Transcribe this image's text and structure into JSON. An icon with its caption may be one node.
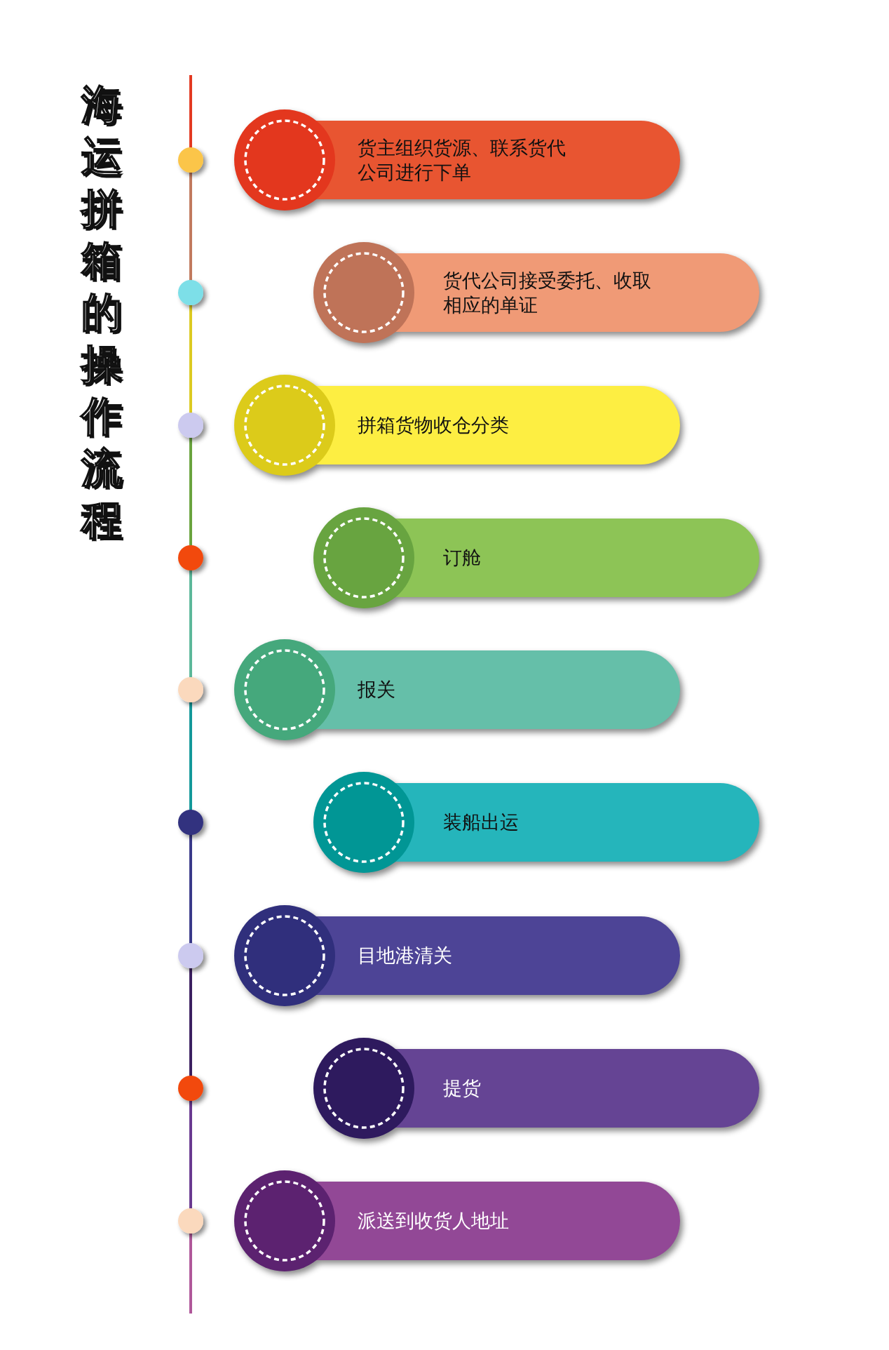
{
  "diagram": {
    "title": "海运拼箱的操作流程",
    "nodes": [
      {
        "text": [
          "货主组织货源、联系货代公司进行下单"
        ]
      },
      {
        "text": [
          "货代公司接受委托、收取相应的单证"
        ]
      },
      {
        "text": [
          "拼箱货物收仓分类"
        ]
      },
      {
        "text": [
          "订舱"
        ]
      },
      {
        "text": [
          "报关"
        ]
      },
      {
        "text": [
          "装船出运"
        ]
      },
      {
        "text": [
          "目地港清关"
        ]
      },
      {
        "text": [
          "提货"
        ]
      },
      {
        "text": [
          "派送到收货人地址"
        ]
      }
    ]
  }
}
